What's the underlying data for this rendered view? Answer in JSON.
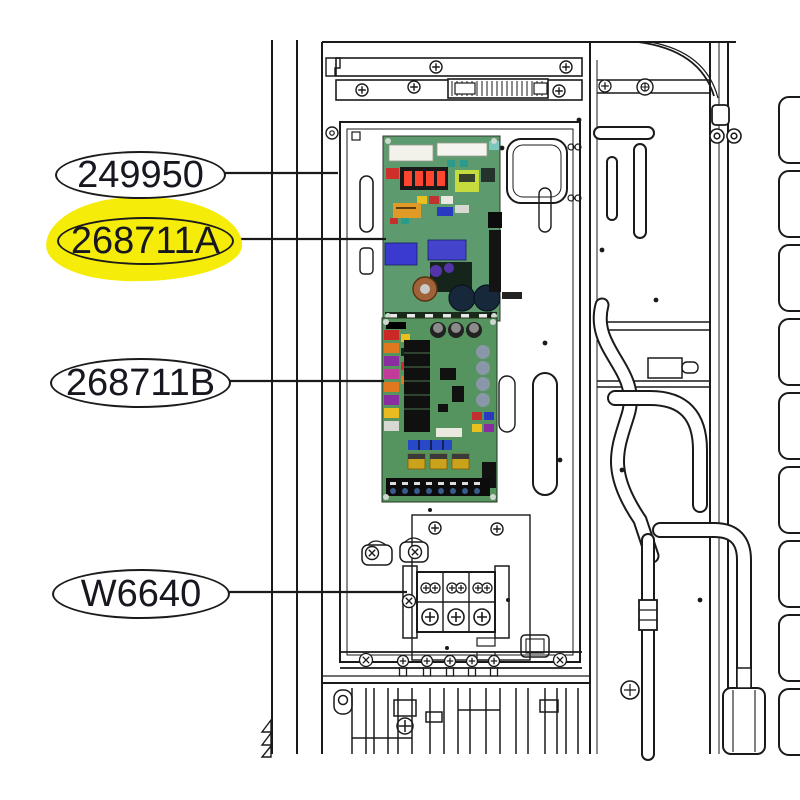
{
  "diagram": {
    "kind": "parts-callout-diagram",
    "callouts": [
      {
        "label": "249950",
        "highlighted": false
      },
      {
        "label": "268711A",
        "highlighted": true
      },
      {
        "label": "268711B",
        "highlighted": false
      },
      {
        "label": "W6640",
        "highlighted": false
      }
    ],
    "colors": {
      "line": "#1a1a1a",
      "label_text": "#17171f",
      "highlight_yellow": "#f6ec0a",
      "pcb_green_upper": "#5d9a6d",
      "pcb_green_lower": "#55935f",
      "capacitor_blue": "#3a3ad0",
      "display_red": "#ff4530"
    }
  }
}
